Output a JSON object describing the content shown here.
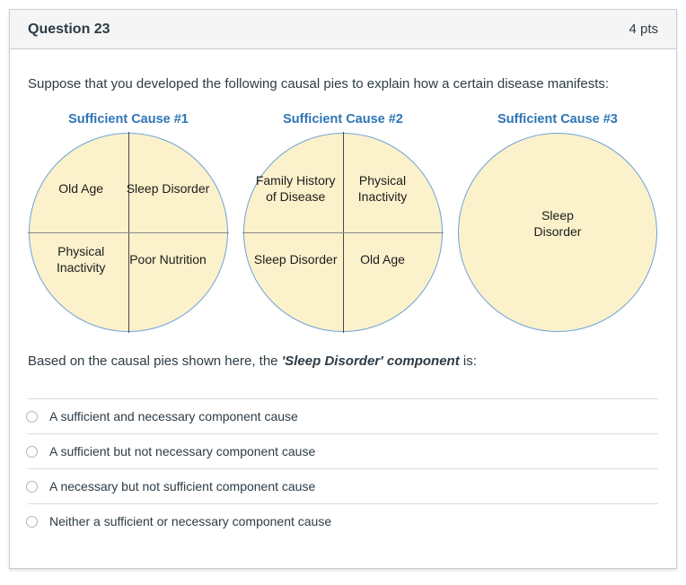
{
  "header": {
    "title": "Question 23",
    "points": "4 pts"
  },
  "question": {
    "intro": "Suppose that you developed the following causal pies to explain how a certain disease manifests:",
    "prompt_prefix": "Based on the causal pies shown here, the ",
    "prompt_emphasis": "'Sleep Disorder' component",
    "prompt_suffix": " is:"
  },
  "figure": {
    "pies": [
      {
        "title": "Sufficient Cause #1",
        "segments": {
          "top_left": "Old Age",
          "top_right": "Sleep Disorder",
          "bottom_left": "Physical Inactivity",
          "bottom_right": "Poor Nutrition"
        }
      },
      {
        "title": "Sufficient Cause #2",
        "segments": {
          "top_left": "Family History of Disease",
          "top_right": "Physical Inactivity",
          "bottom_left": "Sleep Disorder",
          "bottom_right": "Old Age"
        }
      },
      {
        "title": "Sufficient Cause #3",
        "segments": {
          "whole": "Sleep Disorder"
        }
      }
    ]
  },
  "options": [
    "A sufficient and necessary component cause",
    "A sufficient but not necessary component cause",
    "A necessary but not sufficient component cause",
    "Neither a sufficient or necessary component cause"
  ],
  "colors": {
    "accent_blue_title": "#2E75B6",
    "pie_fill": "#FBF1CB",
    "pie_border": "#6FA3D8",
    "header_background": "#F5F5F5",
    "card_border": "#C7CDD1",
    "text": "#2D3B45",
    "divider": "#D8DCDE"
  }
}
